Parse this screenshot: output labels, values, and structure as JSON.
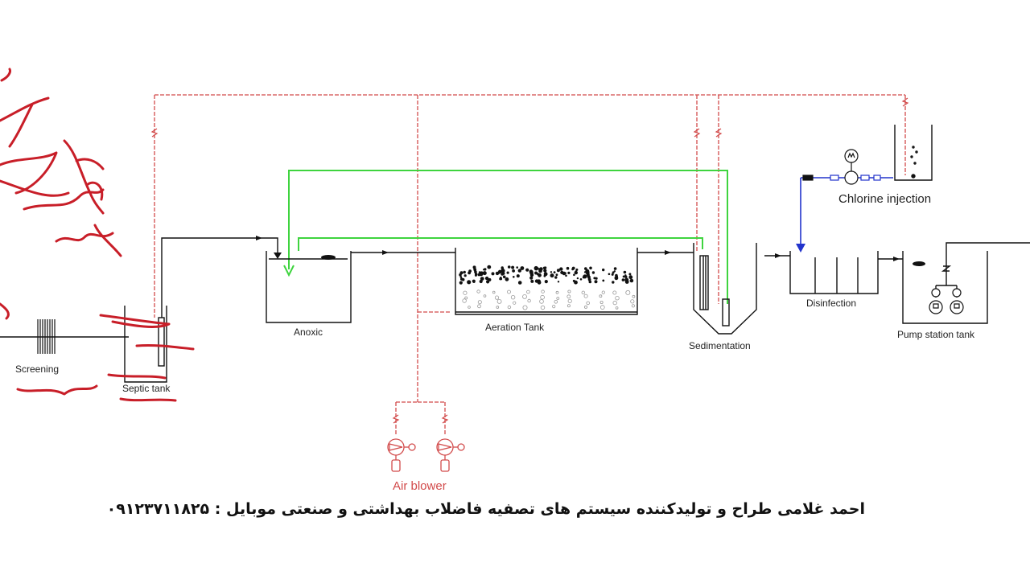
{
  "units": {
    "screening": "Screening",
    "septic_tank": "Septic tank",
    "anoxic": "Anoxic",
    "aeration_tank": "Aeration Tank",
    "sedimentation": "Sedimentation",
    "disinfection": "Disinfection",
    "pump_station_tank": "Pump station tank",
    "chlorine_injection": "Chlorine injection",
    "air_blower": "Air blower"
  },
  "footer_text": "احمد غلامی طراح و تولیدکننده سیستم های تصفیه فاضلاب بهداشتی و صنعتی موبایل : ۰۹۱۲۳۷۱۱۸۲۵",
  "colors": {
    "process_line": "#111111",
    "air_line": "#d24b4b",
    "sludge_return": "#3fd43f",
    "chlorine_line": "#2233cc",
    "annotation_ink": "#c81e28"
  }
}
